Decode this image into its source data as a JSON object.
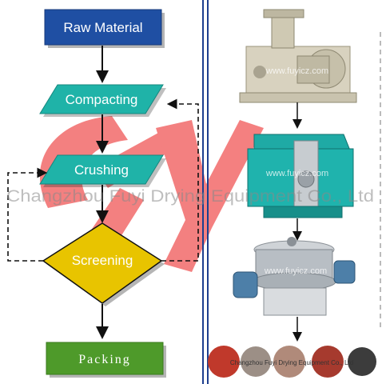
{
  "flow": {
    "raw_material": "Raw Material",
    "compacting": "Compacting",
    "crushing": "Crushing",
    "screening": "Screening",
    "packing": "Packing"
  },
  "watermark": {
    "company": "Changzhou Fuyi Drying Equipment Co., Ltd",
    "logo_letters": "FY",
    "url_1": "www.fuyicz.com",
    "url_2": "www.fuyicz.com",
    "url_3": "www.fuyicz.com",
    "caption": "Changzhou Fuyi Drying Equipment Co., Ltd"
  },
  "colors": {
    "raw_material_fill": "#1f4fa3",
    "process_fill": "#1fb3a8",
    "screening_fill": "#e8c400",
    "packing_fill": "#4e9a2a",
    "logo_red": "#f05a5a",
    "divider": "#1d3f8f"
  },
  "icons": {
    "compactor": "roller-compactor-machine",
    "crusher": "crusher-machine",
    "screener": "vibrating-screen-machine",
    "granules": "granule-samples"
  }
}
